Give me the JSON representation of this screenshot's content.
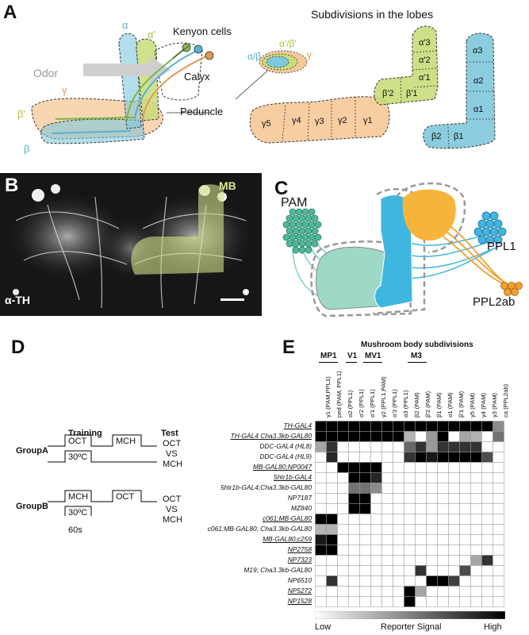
{
  "panels": {
    "a": "A",
    "b": "B",
    "c": "C",
    "d": "D",
    "e": "E"
  },
  "panel_a": {
    "odor": "Odor",
    "kenyon_cells": "Kenyon cells",
    "calyx": "Calyx",
    "peduncle": "Peduncle",
    "alpha": "α",
    "alpha_prime": "α'",
    "beta": "β",
    "beta_prime": "β'",
    "gamma": "γ",
    "subdiv_title": "Subdivisions in  the lobes",
    "ab_label": "α/β",
    "apbp_label": "α'/β'",
    "g_label": "γ",
    "gamma_lobe": [
      "γ5",
      "γ4",
      "γ3",
      "γ2",
      "γ1"
    ],
    "ap_lobe": [
      "α'3",
      "α'2",
      "α'1",
      "β'1",
      "β'2"
    ],
    "a_lobe": [
      "α3",
      "α2",
      "α1",
      "β1",
      "β2"
    ]
  },
  "panel_b": {
    "mb": "MB",
    "stain": "α-TH"
  },
  "panel_c": {
    "pam": "PAM",
    "ppl1": "PPL1",
    "ppl2ab": "PPL2ab"
  },
  "panel_d": {
    "training": "Training",
    "test": "Test",
    "group_a": "GroupA",
    "group_b": "GroupB",
    "oct": "OCT",
    "mch": "MCH",
    "temp": "30ºC",
    "vs": "VS",
    "duration": "60s"
  },
  "panel_e": {
    "title": "Mushroom body subdivisions",
    "groups": [
      "MP1",
      "V1",
      "MV1",
      "M3"
    ],
    "legend_low": "Low",
    "legend_mid": "Reporter Signal",
    "legend_high": "High",
    "columns": [
      "γ1 (PAM,PPL1)",
      "ped (PAM, PPL1)",
      "α2 (PPL1)",
      "α'2 (PPL1)",
      "α'1 (PPL1)",
      "γ2 (PPL1,PAM)",
      "α'3 (PPL1)",
      "α3 (PPL1)",
      "β2 (PAM)",
      "β'2 (PAM)",
      "β1 (PAM)",
      "α1 (PAM)",
      "β'1 (PAM)",
      "γ5 (PAM)",
      "γ4 (PAM)",
      "γ3 (PAM)",
      "ca (PPL2ab)"
    ],
    "rows": [
      {
        "label": "TH-GAL4",
        "ul": true
      },
      {
        "label": "TH-GAL4 Cha3.3kb-GAL80",
        "ul": true
      },
      {
        "label": "DDC-GAL4 (HL8)",
        "ul": false
      },
      {
        "label": "DDC-GAL4 (HL9)",
        "ul": false
      },
      {
        "label": "MB-GAL80;NP0047",
        "ul": true
      },
      {
        "label": "5htr1b-GAL4",
        "ul": true
      },
      {
        "label": "5htr1b-GAL4;Cha3.3kb-GAL80",
        "ul": false
      },
      {
        "label": "NP7187",
        "ul": false
      },
      {
        "label": "MZ840",
        "ul": false
      },
      {
        "label": "c061;MB-GAL80",
        "ul": true
      },
      {
        "label": "c061;MB-GAL80; Cha3.3kb-GAL80",
        "ul": false
      },
      {
        "label": "MB-GAL80;c259",
        "ul": true
      },
      {
        "label": "NP2758",
        "ul": true
      },
      {
        "label": "NP7323",
        "ul": true
      },
      {
        "label": "M19; Cha3.3kb-GAL80",
        "ul": false
      },
      {
        "label": "NP6510",
        "ul": false
      },
      {
        "label": "NP5272",
        "ul": true
      },
      {
        "label": "NP1528",
        "ul": true
      }
    ],
    "matrix": [
      [
        1,
        1,
        1,
        1,
        1,
        1,
        1,
        1,
        1,
        1,
        1,
        1,
        1,
        1,
        1,
        1,
        0.45
      ],
      [
        1,
        1,
        1,
        1,
        1,
        1,
        1,
        1,
        0.3,
        0,
        0.4,
        1,
        0,
        0.35,
        0.3,
        0,
        0.55
      ],
      [
        0.35,
        0.8,
        0,
        0,
        0,
        0,
        0,
        0,
        0.6,
        0.8,
        0.4,
        0.8,
        0.8,
        0.8,
        0.8,
        0,
        0
      ],
      [
        0,
        0.85,
        0,
        0,
        0,
        0,
        0,
        0,
        0.8,
        1,
        0.9,
        1,
        1,
        1,
        1,
        0.7,
        0
      ],
      [
        0,
        0,
        1,
        1,
        1,
        1,
        0,
        0,
        0,
        0,
        0,
        0,
        0,
        0,
        0,
        0,
        0
      ],
      [
        0,
        0,
        0,
        1,
        1,
        0.85,
        0,
        0,
        0,
        0,
        0,
        0,
        0,
        0,
        0,
        0,
        0
      ],
      [
        0,
        0,
        0,
        0.55,
        0.55,
        0.45,
        0,
        0,
        0,
        0,
        0,
        0,
        0,
        0,
        0,
        0,
        0
      ],
      [
        0,
        0,
        0,
        1,
        1,
        0,
        0,
        0,
        0,
        0,
        0,
        0,
        0,
        0,
        0,
        0,
        0
      ],
      [
        0,
        0,
        0,
        1,
        1,
        0,
        0,
        0,
        0,
        0,
        0,
        0,
        0,
        0,
        0,
        0,
        0
      ],
      [
        1,
        1,
        0,
        0,
        0,
        0,
        0,
        0,
        0,
        0,
        0,
        0,
        0,
        0,
        0,
        0,
        0
      ],
      [
        0.3,
        0.3,
        0,
        0,
        0,
        0,
        0,
        0,
        0,
        0,
        0,
        0,
        0,
        0,
        0,
        0,
        0
      ],
      [
        0.9,
        1,
        0,
        0,
        0,
        0,
        0,
        0,
        0,
        0,
        0,
        0,
        0,
        0,
        0,
        0,
        0
      ],
      [
        1,
        1,
        0,
        0,
        0,
        0,
        0,
        0,
        0,
        0,
        0,
        0,
        0,
        0,
        0,
        0,
        0
      ],
      [
        0,
        0,
        0,
        0,
        0,
        0,
        0,
        0,
        0,
        0,
        0,
        0,
        0,
        0,
        0.35,
        0.8,
        0
      ],
      [
        0,
        0,
        0,
        0,
        0,
        0,
        0,
        0,
        0,
        0.8,
        0,
        0,
        0,
        0.7,
        0,
        0,
        0
      ],
      [
        0,
        0.8,
        0,
        0,
        0,
        0,
        0,
        0,
        0,
        0,
        1,
        1,
        0.75,
        0,
        0,
        0,
        0
      ],
      [
        0,
        0,
        0,
        0,
        0,
        0,
        0,
        0,
        1,
        0.35,
        0,
        0,
        0,
        0,
        0,
        0,
        0
      ],
      [
        0,
        0,
        0,
        0,
        0,
        0,
        0,
        0,
        1,
        0,
        0,
        0,
        0,
        0,
        0,
        0,
        0
      ]
    ]
  },
  "colors": {
    "alpha_beta": "#7fc7dc",
    "alpha_prime": "#c8dc7a",
    "gamma": "#f6c898",
    "pam": "#4fb79a",
    "ppl1": "#3fb6e0",
    "ppl2ab": "#f0a030"
  }
}
